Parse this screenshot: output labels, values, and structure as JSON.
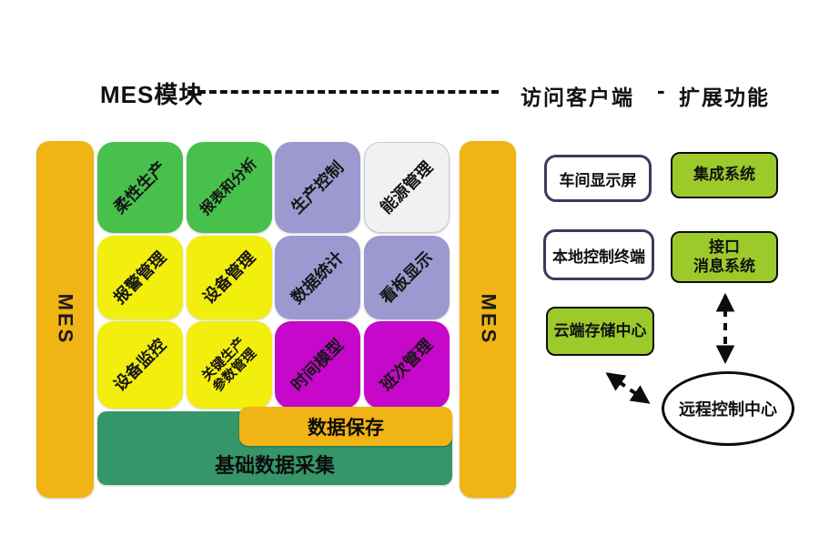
{
  "header": {
    "title": "MES模块",
    "client_label": "访问客户端",
    "separator": "-",
    "extension_label": "扩展功能"
  },
  "side_bars": {
    "left": "MES",
    "right": "MES"
  },
  "modules": [
    {
      "label": "柔性生产",
      "color": "green"
    },
    {
      "label": "报表和分析",
      "color": "green"
    },
    {
      "label": "生产控制",
      "color": "lavender"
    },
    {
      "label": "能源管理",
      "color": "white"
    },
    {
      "label": "报警管理",
      "color": "yellow"
    },
    {
      "label": "设备管理",
      "color": "yellow"
    },
    {
      "label": "数据统计",
      "color": "lavender"
    },
    {
      "label": "看板显示",
      "color": "lavender"
    },
    {
      "label": "设备监控",
      "color": "yellow"
    },
    {
      "label": "关键生产\n参数管理",
      "color": "yellow"
    },
    {
      "label": "时间模型",
      "color": "magenta"
    },
    {
      "label": "班次管理",
      "color": "magenta"
    }
  ],
  "bottom": {
    "data_save": "数据保存",
    "base_collection": "基础数据采集"
  },
  "right_panel": {
    "shop_display": "车间显示屏",
    "local_terminal": "本地控制终端",
    "cloud_storage": "云端存储中心",
    "integrated_system": "集成系统",
    "interface_message": "接口\n消息系统",
    "remote_center": "远程控制中心"
  },
  "colors": {
    "bar_orange": "#f0b414",
    "module_green": "#47c04c",
    "module_yellow": "#f2ee0d",
    "module_lavender": "#9b99d0",
    "module_white": "#f1f0f3",
    "module_magenta": "#c508c9",
    "deep_green": "#359669",
    "lime_green": "#9cca2b",
    "navy_border": "#3b3b60",
    "ink": "#111111"
  }
}
